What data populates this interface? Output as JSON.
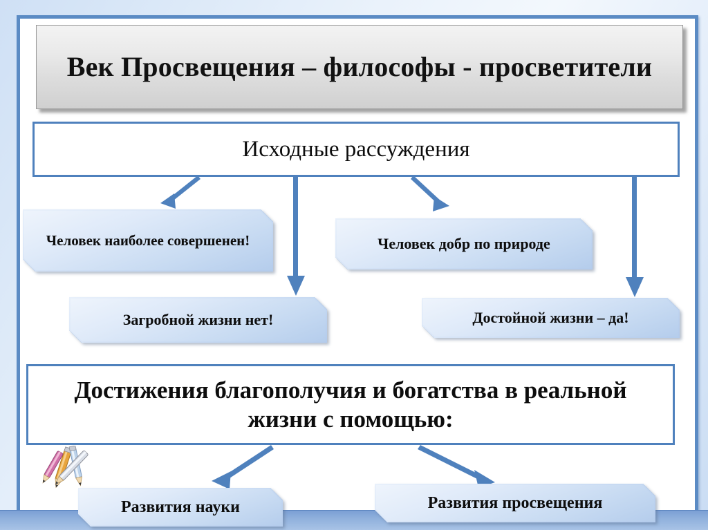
{
  "slide": {
    "title": "Век Просвещения – философы - просветители",
    "accent_color": "#4f81bd",
    "frame_color": "#5b8bc4",
    "title_bg": "#e4e4e4",
    "callout_fill": "#c8dbf2",
    "background_color": "#dce9f8"
  },
  "diagram": {
    "initial_premise": {
      "label": "Исходные рассуждения"
    },
    "premises": [
      {
        "id": "perfect",
        "label": "Человек наиболее совершенен!"
      },
      {
        "id": "good",
        "label": "Человек добр по природе"
      },
      {
        "id": "afterlife",
        "label": "Загробной жизни нет!"
      },
      {
        "id": "worthy",
        "label": "Достойной жизни – да!"
      }
    ],
    "conclusion": {
      "label": "Достижения благополучия и богатства в реальной жизни с помощью:"
    },
    "means": [
      {
        "id": "science",
        "label": "Развития науки"
      },
      {
        "id": "education",
        "label": "Развития просвещения"
      }
    ],
    "connectors": [
      {
        "id": "arrow-to-perfect",
        "from": "initial_premise",
        "to": "perfect",
        "direction": "down-left"
      },
      {
        "id": "arrow-to-afterlife",
        "from": "initial_premise",
        "to": "afterlife",
        "direction": "down"
      },
      {
        "id": "arrow-to-good",
        "from": "initial_premise",
        "to": "good",
        "direction": "down-right"
      },
      {
        "id": "arrow-to-worthy",
        "from": "initial_premise",
        "to": "worthy",
        "direction": "down"
      },
      {
        "id": "arrow-to-science",
        "from": "conclusion",
        "to": "science",
        "direction": "down-left"
      },
      {
        "id": "arrow-to-education",
        "from": "conclusion",
        "to": "education",
        "direction": "down-right"
      }
    ]
  },
  "decoration": {
    "pencils_icon": "pencils-icon"
  }
}
